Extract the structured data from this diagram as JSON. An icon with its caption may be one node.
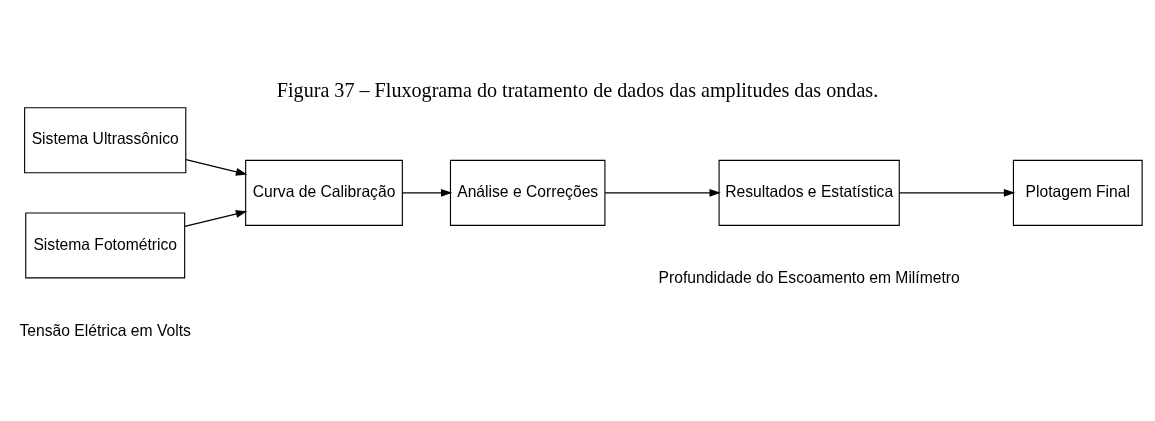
{
  "diagram": {
    "title": "Figura 37 – Fluxograma do tratamento de dados das amplitudes das ondas.",
    "nodes": [
      {
        "text": [
          "Sistema Ultrassônico"
        ]
      },
      {
        "text": [
          "Sistema Fotométrico"
        ]
      },
      {
        "text": [
          "Curva de Calibração"
        ]
      },
      {
        "text": [
          "Análise e Correções"
        ]
      },
      {
        "text": [
          "Resultados e Estatística"
        ]
      },
      {
        "text": [
          "Plotagem Final"
        ]
      }
    ],
    "edges": [
      {
        "from": 0,
        "to": 2,
        "arrow": "to"
      },
      {
        "from": 1,
        "to": 2,
        "arrow": "to"
      },
      {
        "from": 2,
        "to": 3,
        "arrow": "to"
      },
      {
        "from": 3,
        "to": 4,
        "arrow": "to"
      },
      {
        "from": 4,
        "to": 5,
        "arrow": "to"
      }
    ],
    "labels": [
      "Tensão Elétrica em Volts",
      "Profundidade do Escoamento em Milímetro"
    ]
  }
}
